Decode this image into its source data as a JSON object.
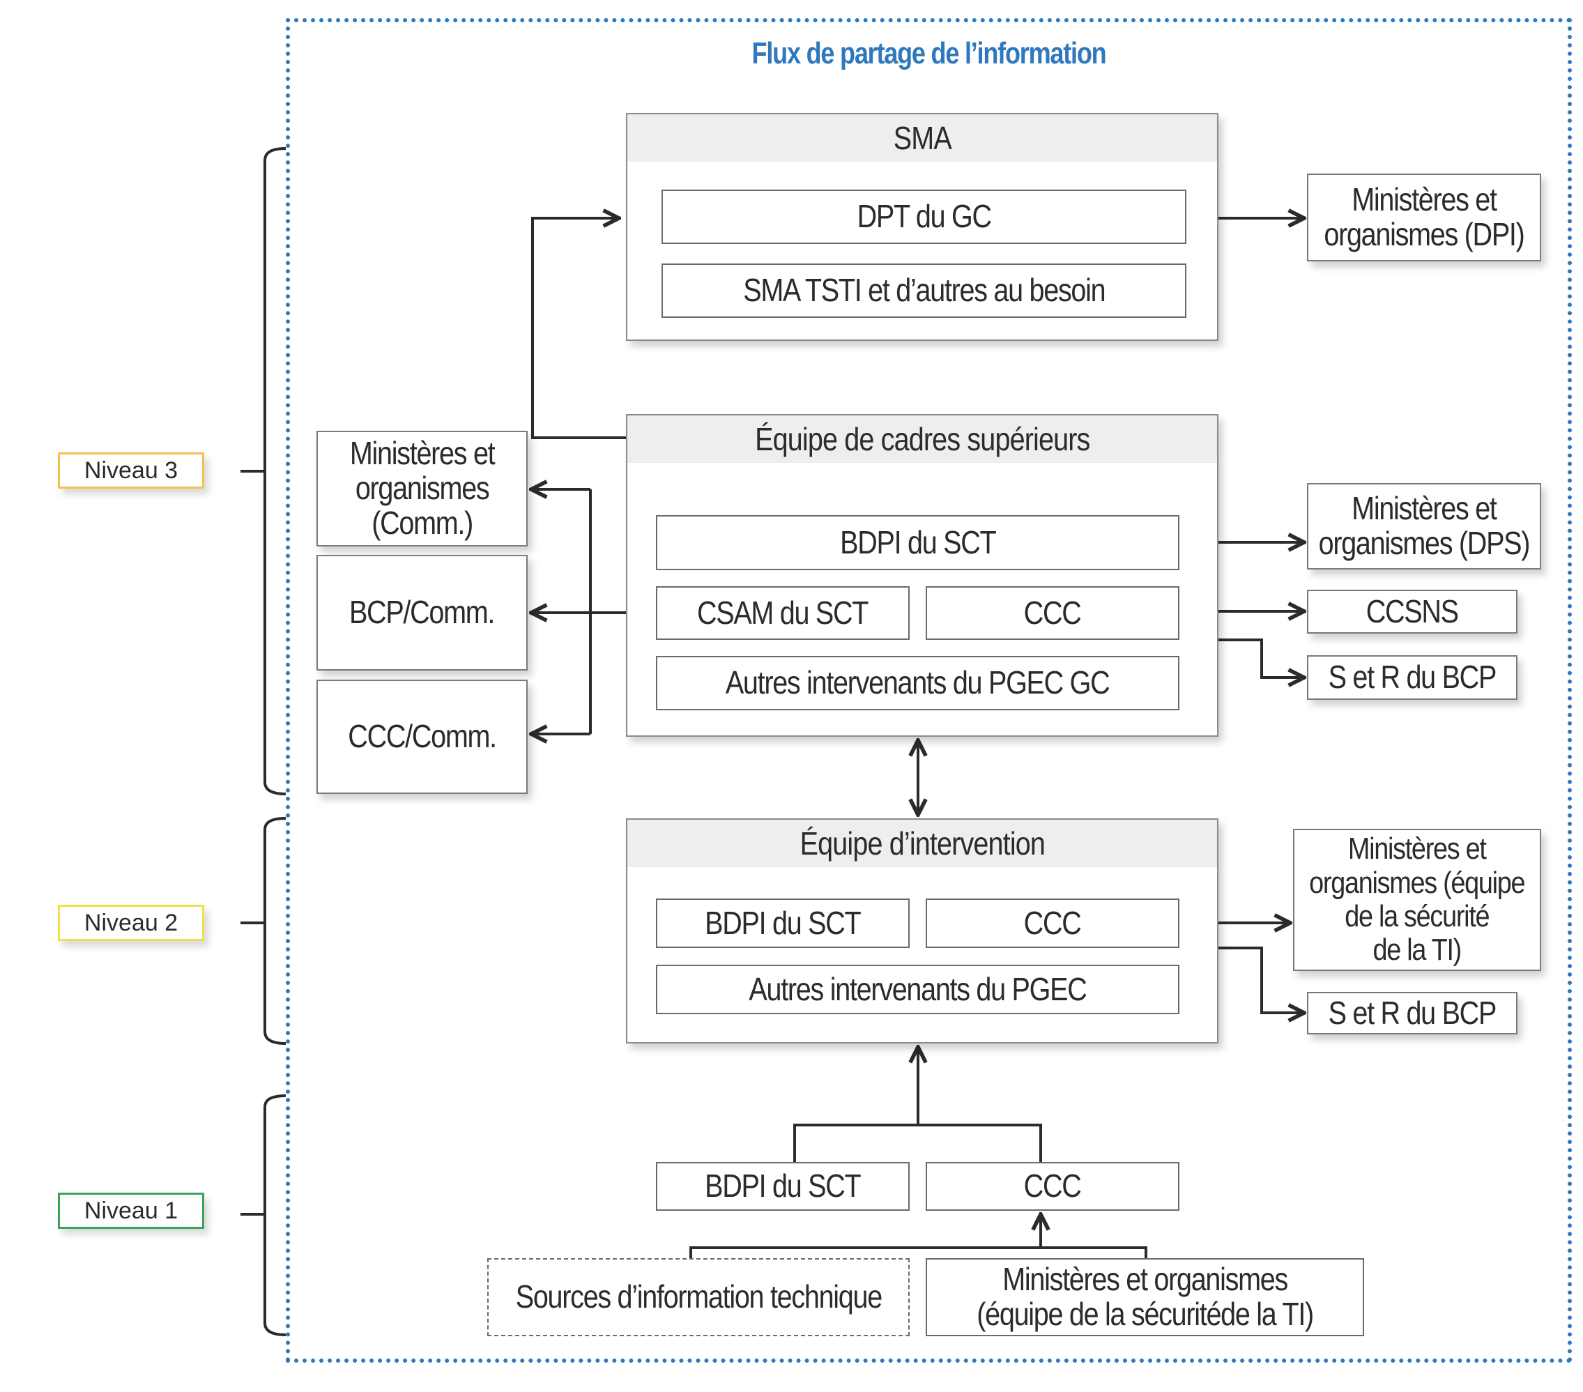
{
  "title": "Flux de partage de l’information",
  "colors": {
    "frame": "#2f78bd",
    "title": "#2f78bd",
    "level3": "#f2c14e",
    "level2": "#f0e04a",
    "level1": "#3aa55a",
    "header_bg": "#eeeeee",
    "line": "#2b2b2b"
  },
  "levels": [
    {
      "label": "Niveau 3"
    },
    {
      "label": "Niveau 2"
    },
    {
      "label": "Niveau 1"
    }
  ],
  "sma": {
    "header": "SMA",
    "items": [
      "DPT du GC",
      "SMA TSTI et d’autres au besoin"
    ]
  },
  "cadres": {
    "header": "Équipe de cadres supérieurs",
    "items": [
      "BDPI du SCT",
      "CSAM du SCT",
      "CCC",
      "Autres intervenants du PGEC GC"
    ]
  },
  "intervention": {
    "header": "Équipe d’intervention",
    "items": [
      "BDPI du SCT",
      "CCC",
      "Autres intervenants du PGEC"
    ]
  },
  "comm": [
    {
      "lines": [
        "Ministères et",
        "organismes",
        "(Comm.)"
      ]
    },
    {
      "lines": [
        "BCP/Comm."
      ]
    },
    {
      "lines": [
        "CCC/Comm."
      ]
    }
  ],
  "right": {
    "dpi": [
      "Ministères et",
      "organismes (DPI)"
    ],
    "dps": [
      "Ministères et",
      "organismes (DPS)"
    ],
    "ccsns": "CCSNS",
    "setr1": "S et R du BCP",
    "ti": [
      "Ministères et",
      "organismes (équipe",
      "de la sécurité",
      "de la TI)"
    ],
    "setr2": "S et R du BCP"
  },
  "niveau1": {
    "bdpi": "BDPI du SCT",
    "ccc": "CCC",
    "sources": "Sources d’information technique",
    "minorg": [
      "Ministères et organismes",
      "(équipe de la sécuritéde la TI)"
    ]
  }
}
